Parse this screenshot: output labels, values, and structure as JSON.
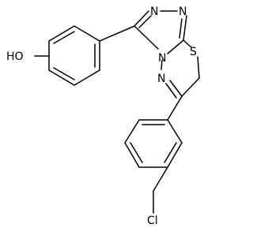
{
  "diagram": {
    "atoms": {
      "hydroxyl": "HO",
      "sulfur": "S",
      "chlorine": "Cl",
      "n_triazole_1": "N",
      "n_triazole_2": "N",
      "n_bridge": "N",
      "n_thiadiazine": "N"
    },
    "colors": {
      "bond": "#000000",
      "label": "#000000",
      "background": "#ffffff"
    }
  }
}
